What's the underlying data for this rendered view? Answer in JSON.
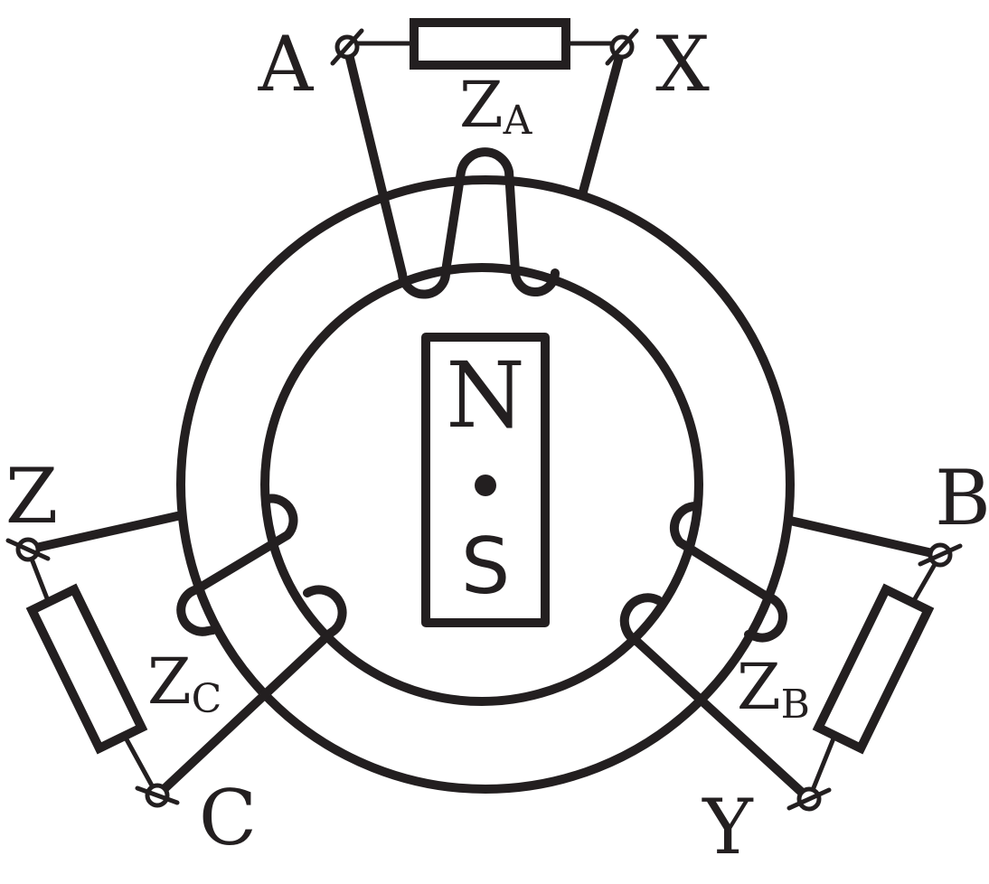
{
  "terminals": {
    "a": "A",
    "x": "X",
    "b": "B",
    "y": "Y",
    "c": "C",
    "z": "Z"
  },
  "impedances": {
    "a": {
      "symbol": "Z",
      "subscript": "A"
    },
    "b": {
      "symbol": "Z",
      "subscript": "B"
    },
    "c": {
      "symbol": "Z",
      "subscript": "C"
    }
  },
  "rotor": {
    "north": "N",
    "south": "S"
  },
  "colors": {
    "stroke": "#231f20",
    "background": "#ffffff"
  }
}
